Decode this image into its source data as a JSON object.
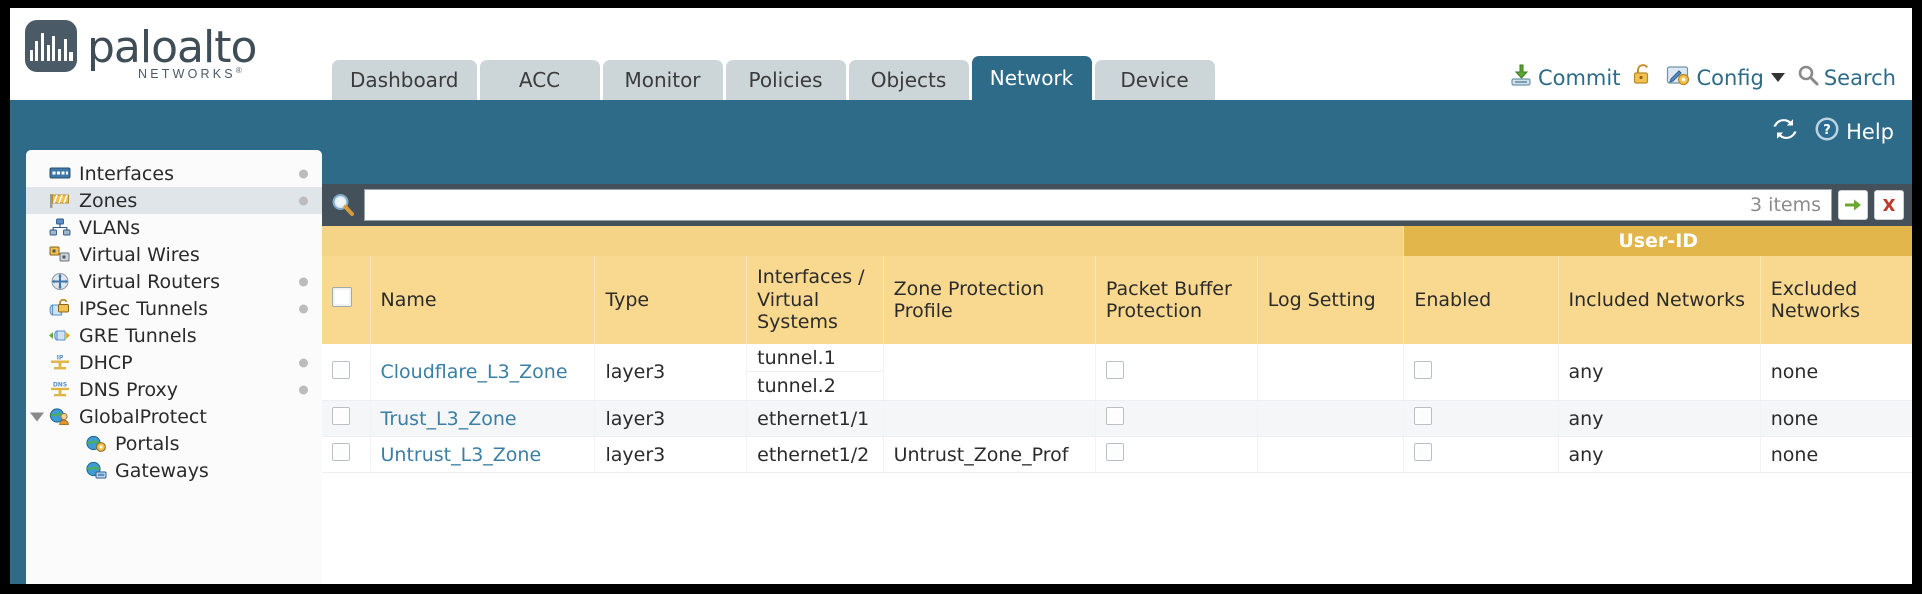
{
  "brand": {
    "name": "paloalto",
    "tagline": "NETWORKS",
    "registered": "®"
  },
  "tabs": [
    {
      "label": "Dashboard",
      "active": false
    },
    {
      "label": "ACC",
      "active": false
    },
    {
      "label": "Monitor",
      "active": false
    },
    {
      "label": "Policies",
      "active": false
    },
    {
      "label": "Objects",
      "active": false
    },
    {
      "label": "Network",
      "active": true
    },
    {
      "label": "Device",
      "active": false
    }
  ],
  "top_actions": {
    "commit": "Commit",
    "config": "Config",
    "search": "Search"
  },
  "teal_actions": {
    "help": "Help"
  },
  "sidebar": {
    "items": [
      {
        "label": "Interfaces",
        "icon": "interfaces-icon",
        "selected": false,
        "dot": true,
        "child": false,
        "expander": false
      },
      {
        "label": "Zones",
        "icon": "zones-icon",
        "selected": true,
        "dot": true,
        "child": false,
        "expander": false
      },
      {
        "label": "VLANs",
        "icon": "vlans-icon",
        "selected": false,
        "dot": false,
        "child": false,
        "expander": false
      },
      {
        "label": "Virtual Wires",
        "icon": "virtual-wires-icon",
        "selected": false,
        "dot": false,
        "child": false,
        "expander": false
      },
      {
        "label": "Virtual Routers",
        "icon": "virtual-routers-icon",
        "selected": false,
        "dot": true,
        "child": false,
        "expander": false
      },
      {
        "label": "IPSec Tunnels",
        "icon": "ipsec-tunnels-icon",
        "selected": false,
        "dot": true,
        "child": false,
        "expander": false
      },
      {
        "label": "GRE Tunnels",
        "icon": "gre-tunnels-icon",
        "selected": false,
        "dot": false,
        "child": false,
        "expander": false
      },
      {
        "label": "DHCP",
        "icon": "dhcp-icon",
        "selected": false,
        "dot": true,
        "child": false,
        "expander": false
      },
      {
        "label": "DNS Proxy",
        "icon": "dns-proxy-icon",
        "selected": false,
        "dot": true,
        "child": false,
        "expander": false
      },
      {
        "label": "GlobalProtect",
        "icon": "globalprotect-icon",
        "selected": false,
        "dot": false,
        "child": false,
        "expander": true
      },
      {
        "label": "Portals",
        "icon": "portals-icon",
        "selected": false,
        "dot": false,
        "child": true,
        "expander": false
      },
      {
        "label": "Gateways",
        "icon": "gateways-icon",
        "selected": false,
        "dot": false,
        "child": true,
        "expander": false
      }
    ]
  },
  "toolbar": {
    "search_value": "",
    "search_placeholder": "",
    "item_count": "3 items",
    "apply_icon": "green-arrow-right-icon",
    "clear_icon": "red-x-icon"
  },
  "table": {
    "group_header": "User-ID",
    "columns": [
      "Name",
      "Type",
      "Interfaces / Virtual Systems",
      "Zone Protection Profile",
      "Packet Buffer Protection",
      "Log Setting",
      "Enabled",
      "Included Networks",
      "Excluded Networks"
    ],
    "rows": [
      {
        "selected": false,
        "name": "Cloudflare_L3_Zone",
        "type": "layer3",
        "interfaces": [
          "tunnel.1",
          "tunnel.2"
        ],
        "zone_protection_profile": "",
        "packet_buffer_protection": false,
        "log_setting": "",
        "userid_enabled": false,
        "included_networks": "any",
        "excluded_networks": "none"
      },
      {
        "selected": false,
        "name": "Trust_L3_Zone",
        "type": "layer3",
        "interfaces": [
          "ethernet1/1"
        ],
        "zone_protection_profile": "",
        "packet_buffer_protection": false,
        "log_setting": "",
        "userid_enabled": false,
        "included_networks": "any",
        "excluded_networks": "none"
      },
      {
        "selected": false,
        "name": "Untrust_L3_Zone",
        "type": "layer3",
        "interfaces": [
          "ethernet1/2"
        ],
        "zone_protection_profile": "Untrust_Zone_Prof",
        "packet_buffer_protection": false,
        "log_setting": "",
        "userid_enabled": false,
        "included_networks": "any",
        "excluded_networks": "none"
      }
    ]
  },
  "colors": {
    "teal": "#2e6b88",
    "header_amber": "#f8d98f",
    "group_amber": "#e3b64b",
    "link_blue": "#3a7fa5"
  }
}
